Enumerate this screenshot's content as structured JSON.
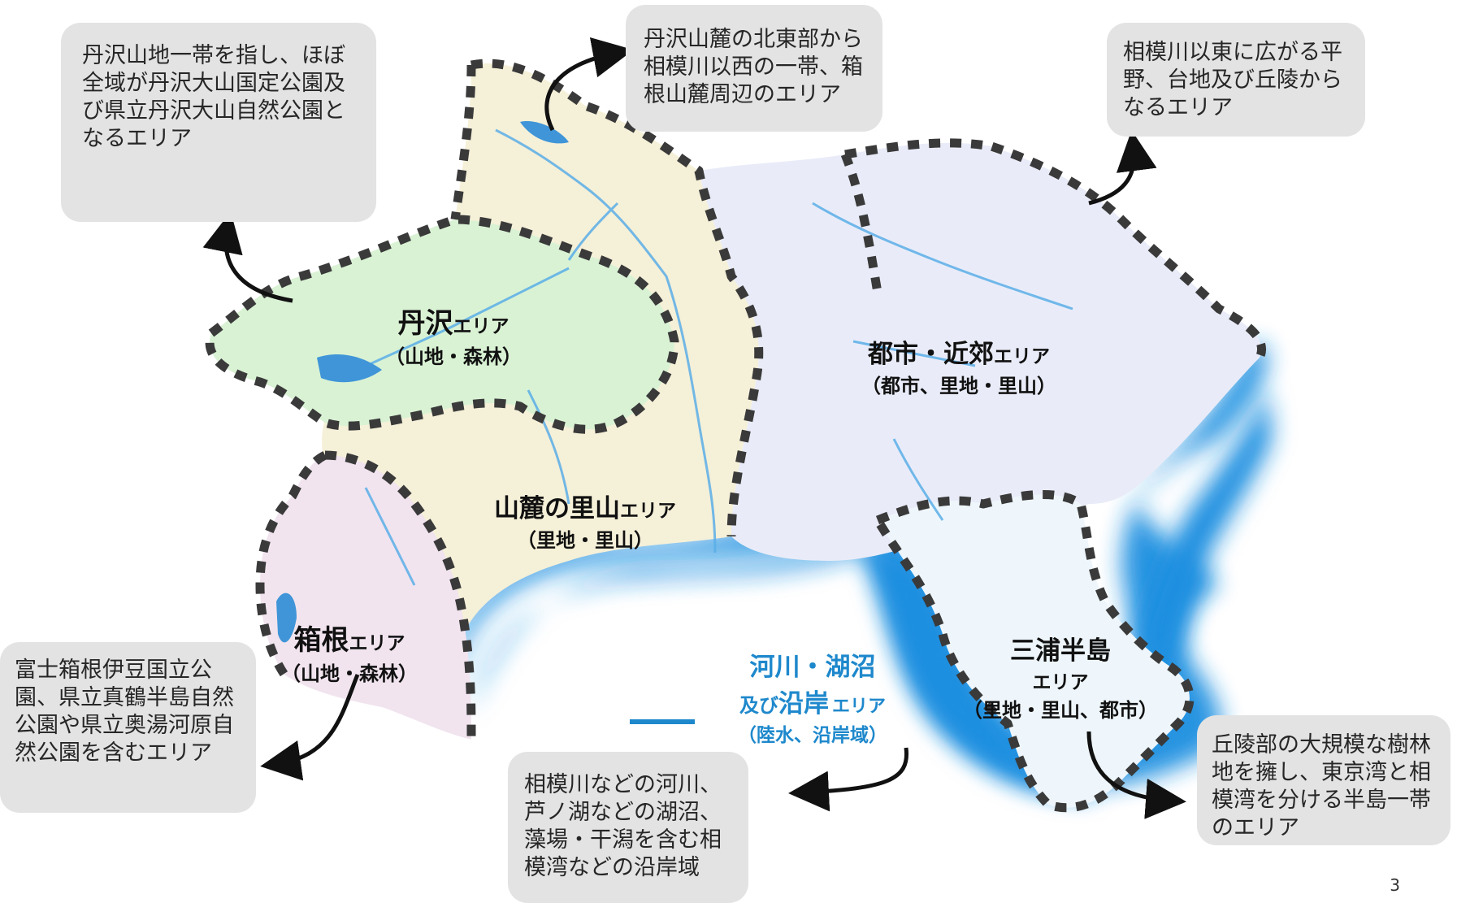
{
  "callouts": {
    "tanzawa": "丹沢山地一帯を指し、ほぼ全域が丹沢大山国定公園及び県立丹沢大山自然公園となるエリア",
    "foothill": "丹沢山麓の北東部から相模川以西の一帯、箱根山麓周辺のエリア",
    "urban": "相模川以東に広がる平野、台地及び丘陵からなるエリア",
    "hakone": "富士箱根伊豆国立公園、県立真鶴半島自然公園や県立奥湯河原自然公園を含むエリア",
    "river": "相模川などの河川、芦ノ湖などの湖沼、藻場・干潟を含む相模湾などの沿岸域",
    "miura": "丘陵部の大規模な樹林地を擁し、東京湾と相模湾を分ける半島一帯のエリア"
  },
  "areas": {
    "tanzawa": {
      "name": "丹沢",
      "suffix": "エリア",
      "sub": "（山地・森林）"
    },
    "foothill": {
      "name": "山麓の里山",
      "suffix": "エリア",
      "sub": "（里地・里山）"
    },
    "urban": {
      "name": "都市・近郊",
      "suffix": "エリア",
      "sub": "（都市、里地・里山）"
    },
    "hakone": {
      "name": "箱根",
      "suffix": "エリア",
      "sub": "（山地・森林）"
    },
    "miura": {
      "name": "三浦半島",
      "suffix": "エリア",
      "sub": "（里地・里山、都市）"
    },
    "water": {
      "line1": "河川・湖沼",
      "line2a": "及び",
      "line2b": "沿岸",
      "suffix": "エリア",
      "sub": "（陸水、沿岸域）"
    }
  },
  "page_number": "3",
  "colors": {
    "sea": "#1a8fe0",
    "tanzawa_fill": "#d9f2d4",
    "foothill_fill": "#f5f0d8",
    "urban_fill": "#e9ecf8",
    "hakone_fill": "#f1e4ee",
    "miura_fill": "#eef6fb",
    "boundary": "#3a3a3a",
    "callout_bg": "#e3e3e3"
  }
}
